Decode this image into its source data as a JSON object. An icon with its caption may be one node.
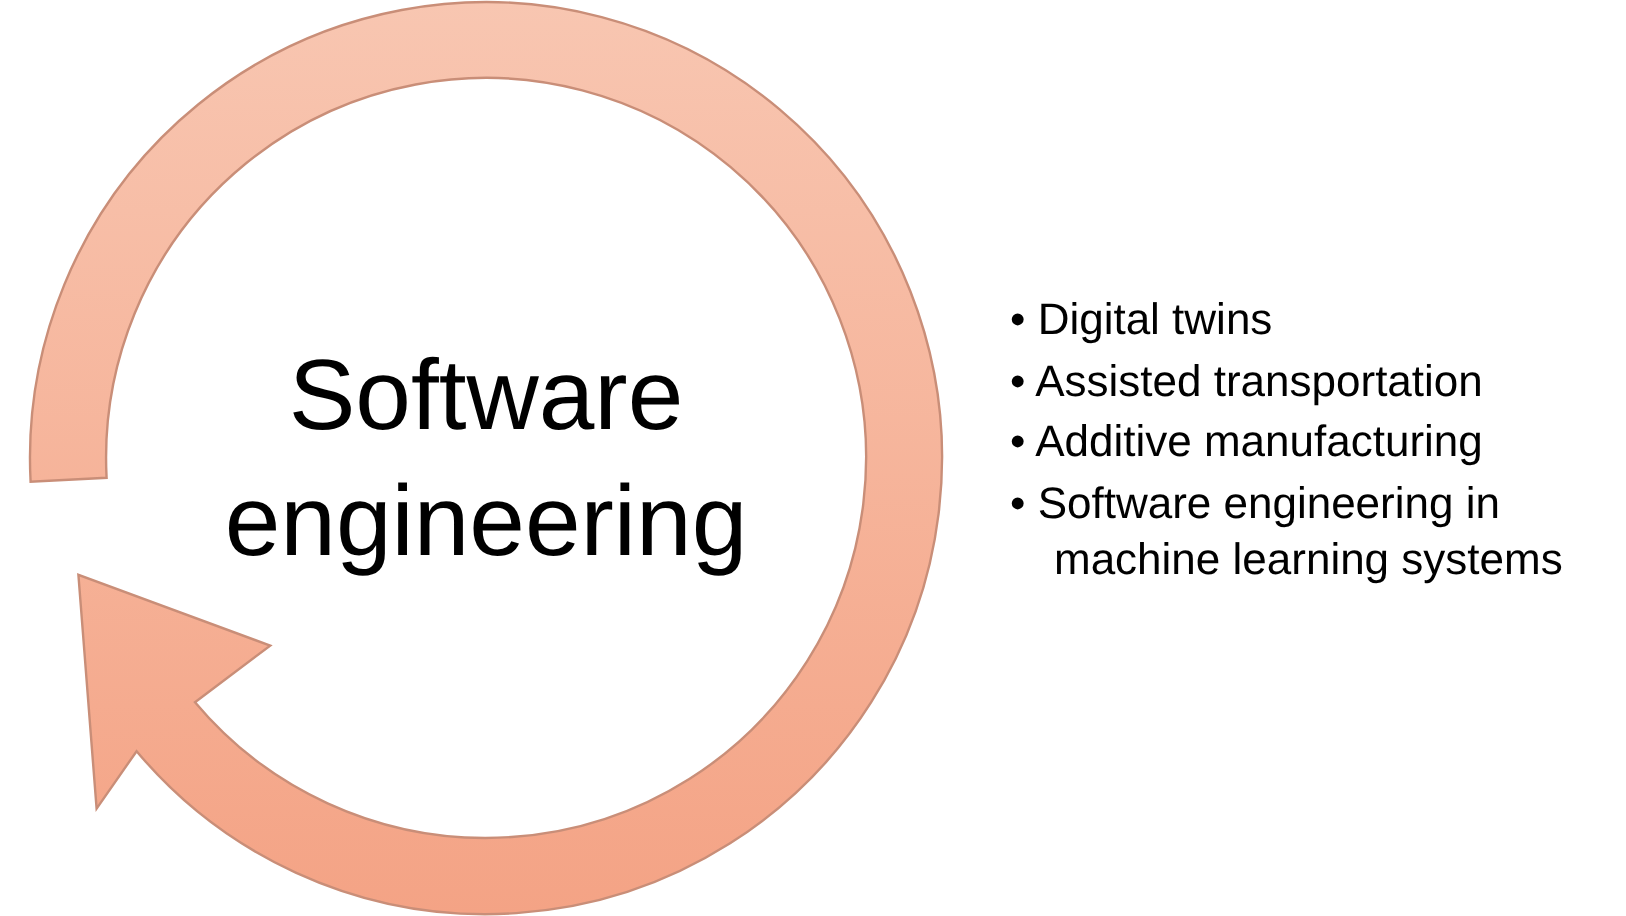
{
  "diagram": {
    "nodes": [
      {
        "text": [
          "Software engineering"
        ]
      }
    ],
    "labels": [
      "• Digital twins",
      "• Assisted transportation",
      "• Additive manufacturing",
      "• Software engineering in machine learning systems"
    ]
  }
}
